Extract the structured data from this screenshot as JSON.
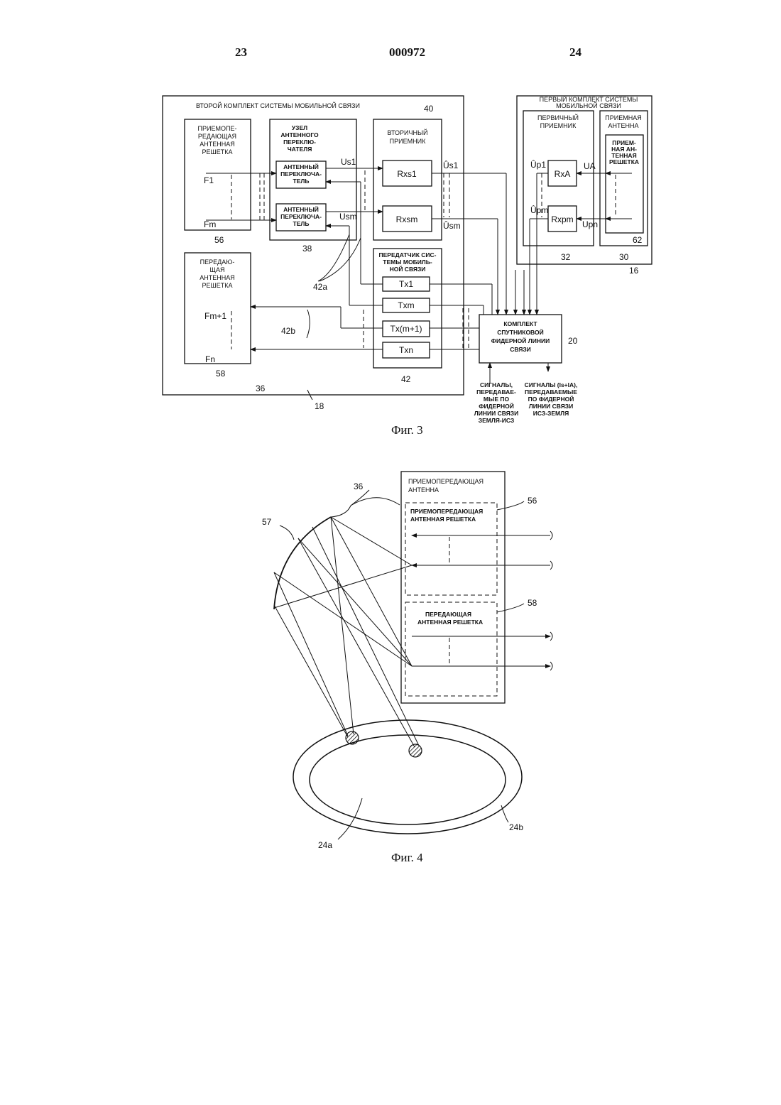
{
  "header": {
    "page_left": "23",
    "doc_number": "000972",
    "page_right": "24"
  },
  "fig3": {
    "caption": "Фиг. 3",
    "second_set_title": "ВТОРОЙ КОМПЛЕКТ СИСТЕМЫ МОБИЛЬНОЙ СВЯЗИ",
    "first_set_title_1": "ПЕРВЫЙ КОМПЛЕКТ СИСТЕМЫ",
    "first_set_title_2": "МОБИЛЬНОЙ СВЯЗИ",
    "tr_array": [
      "ПРИЕМОПЕ-",
      "РЕДАЮЩАЯ",
      "АНТЕННАЯ",
      "РЕШЕТКА"
    ],
    "tx_array": [
      "ПЕРЕДАЮ-",
      "ЩАЯ",
      "АНТЕННАЯ",
      "РЕШЕТКА"
    ],
    "switch_node": [
      "УЗЕЛ",
      "АНТЕННОГО",
      "ПЕРЕКЛЮ-",
      "ЧАТЕЛЯ"
    ],
    "switch": [
      "АНТЕННЫЙ",
      "ПЕРЕКЛЮЧА-",
      "ТЕЛЬ"
    ],
    "secondary_rx": [
      "ВТОРИЧНЫЙ",
      "ПРИЕМНИК"
    ],
    "transmitter": [
      "ПЕРЕДАТЧИК СИС-",
      "ТЕМЫ МОБИЛЬ-",
      "НОЙ СВЯЗИ"
    ],
    "primary_rx": [
      "ПЕРВИЧНЫЙ",
      "ПРИЕМНИК"
    ],
    "rx_antenna": [
      "ПРИЕМНАЯ",
      "АНТЕННА"
    ],
    "rx_array": [
      "ПРИЕМ-",
      "НАЯ АН-",
      "ТЕННАЯ",
      "РЕШЕТКА"
    ],
    "feeder": [
      "КОМПЛЕКТ",
      "СПУТНИКОВОЙ",
      "ФИДЕРНОЙ ЛИНИИ",
      "СВЯЗИ"
    ],
    "uplink_note": [
      "СИГНАЛЫ,",
      "ПЕРЕДАВАЕ-",
      "МЫЕ ПО",
      "ФИДЕРНОЙ",
      "ЛИНИИ СВЯЗИ",
      "ЗЕМЛЯ-ИСЗ"
    ],
    "downlink_note": [
      "СИГНАЛЫ (Is+IA),",
      "ПЕРЕДАВАЕМЫЕ",
      "ПО ФИДЕРНОЙ",
      "ЛИНИИ СВЯЗИ",
      "ИСЗ-ЗЕМЛЯ"
    ],
    "blocks": {
      "rxs1": "Rxs1",
      "rxsm": "Rxsm",
      "rxa": "RxA",
      "rxpm": "Rxpm",
      "tx1": "Tx1",
      "txm": "Txm",
      "txm1": "Tx(m+1)",
      "txn": "Txn"
    },
    "signals": {
      "f1": "F1",
      "fm": "Fm",
      "fm1": "Fm+1",
      "fn": "Fn",
      "us1": "Us1",
      "usm": "Usm",
      "us1h": "Ûs1",
      "usmh": "Ûsm",
      "up1": "Ûp1",
      "upm": "Ûpm",
      "ua": "UA",
      "upn": "Upn"
    },
    "refs": {
      "r40": "40",
      "r56": "56",
      "r38": "38",
      "r58": "58",
      "r36": "36",
      "r42": "42",
      "r42a": "42a",
      "r42b": "42b",
      "r32": "32",
      "r30": "30",
      "r62": "62",
      "r16": "16",
      "r18": "18",
      "r20": "20"
    }
  },
  "fig4": {
    "caption": "Фиг. 4",
    "antenna_title": [
      "ПРИЕМОПЕРЕДАЮЩАЯ",
      "АНТЕННА"
    ],
    "tr_array": [
      "ПРИЕМОПЕРЕДАЮЩАЯ",
      "АНТЕННАЯ РЕШЕТКА"
    ],
    "tx_array": [
      "ПЕРЕДАЮЩАЯ",
      "АНТЕННАЯ РЕШЕТКА"
    ],
    "refs": {
      "r36": "36",
      "r57": "57",
      "r56": "56",
      "r58": "58",
      "r24a": "24a",
      "r24b": "24b"
    }
  }
}
